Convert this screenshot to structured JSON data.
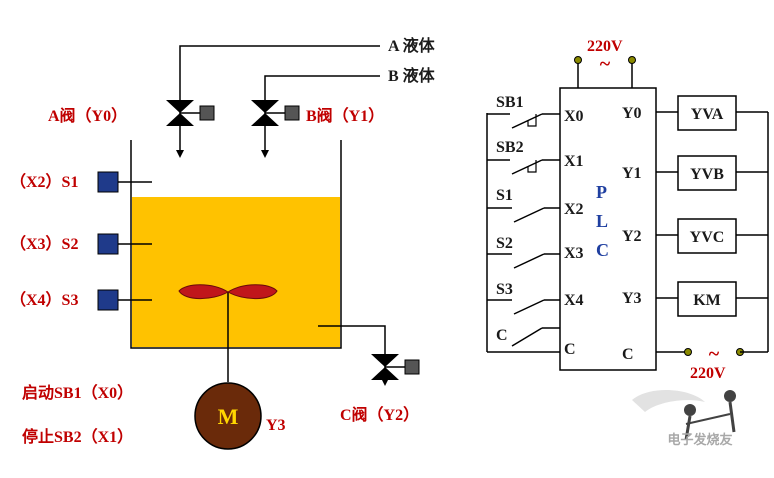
{
  "tank": {
    "liquid_a_label": "A  液体",
    "liquid_b_label": "B  液体",
    "valve_a_label": "A阀（Y0）",
    "valve_b_label": "B阀（Y1）",
    "valve_c_label": "C阀（Y2）",
    "sensor_s1_label": "（X2）S1",
    "sensor_s2_label": "（X3）S2",
    "sensor_s3_label": "（X4）S3",
    "motor_symbol": "M",
    "motor_label": "Y3",
    "start_label": "启动SB1（X0）",
    "stop_label": "停止SB2（X1）",
    "colors": {
      "liquid": "#ffc200",
      "motor": "#6a2a0a",
      "sensor": "#1f3a8a",
      "agitator": "#c0161b"
    }
  },
  "plc": {
    "supply_top": "220V",
    "supply_bottom": "220V",
    "ac_symbol": "~",
    "letters": [
      "P",
      "L",
      "C"
    ],
    "inputs": [
      "X0",
      "X1",
      "X2",
      "X3",
      "X4",
      "C"
    ],
    "outputs": [
      "Y0",
      "Y1",
      "Y2",
      "Y3",
      "C"
    ],
    "loads": [
      "YVA",
      "YVB",
      "YVC",
      "KM"
    ],
    "switches": [
      "SB1",
      "SB2",
      "S1",
      "S2",
      "S3",
      "C"
    ]
  },
  "watermark": {
    "text": "电子发烧友"
  }
}
